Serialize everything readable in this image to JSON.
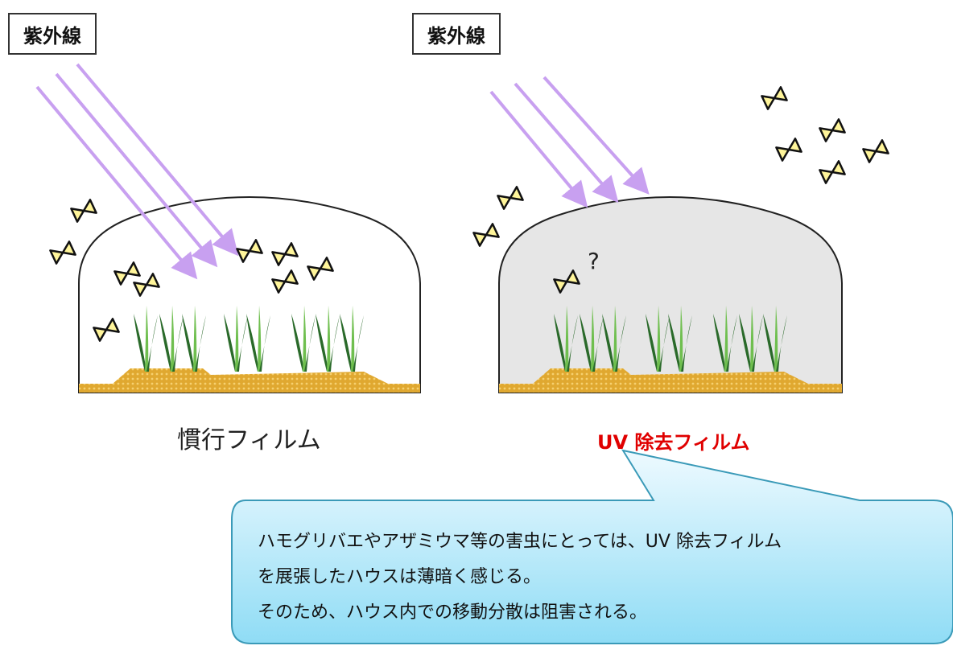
{
  "uv_label": "紫外線",
  "caption_conventional": "慣行フィルム",
  "caption_uvcut": "UV 除去フィルム",
  "question_mark": "?",
  "callout_lines": [
    "ハモグリバエやアザミウマ等の害虫にとっては、UV 除去フィルム",
    "を展張したハウスは薄暗く感じる。",
    "そのため、ハウス内での移動分散は阻害される。"
  ],
  "colors": {
    "uv_arrow": "#c8a0f0",
    "greenhouse_clear": "#ffffff",
    "greenhouse_uvcut": "#e6e6e6",
    "soil": "#e0a830",
    "plant": "#2a6a2a",
    "insect_fill": "#fff59a",
    "callout_fill_top": "#e8f8ff",
    "callout_fill_bottom": "#8fdcf5",
    "caption_uvcut": "#e00000"
  }
}
